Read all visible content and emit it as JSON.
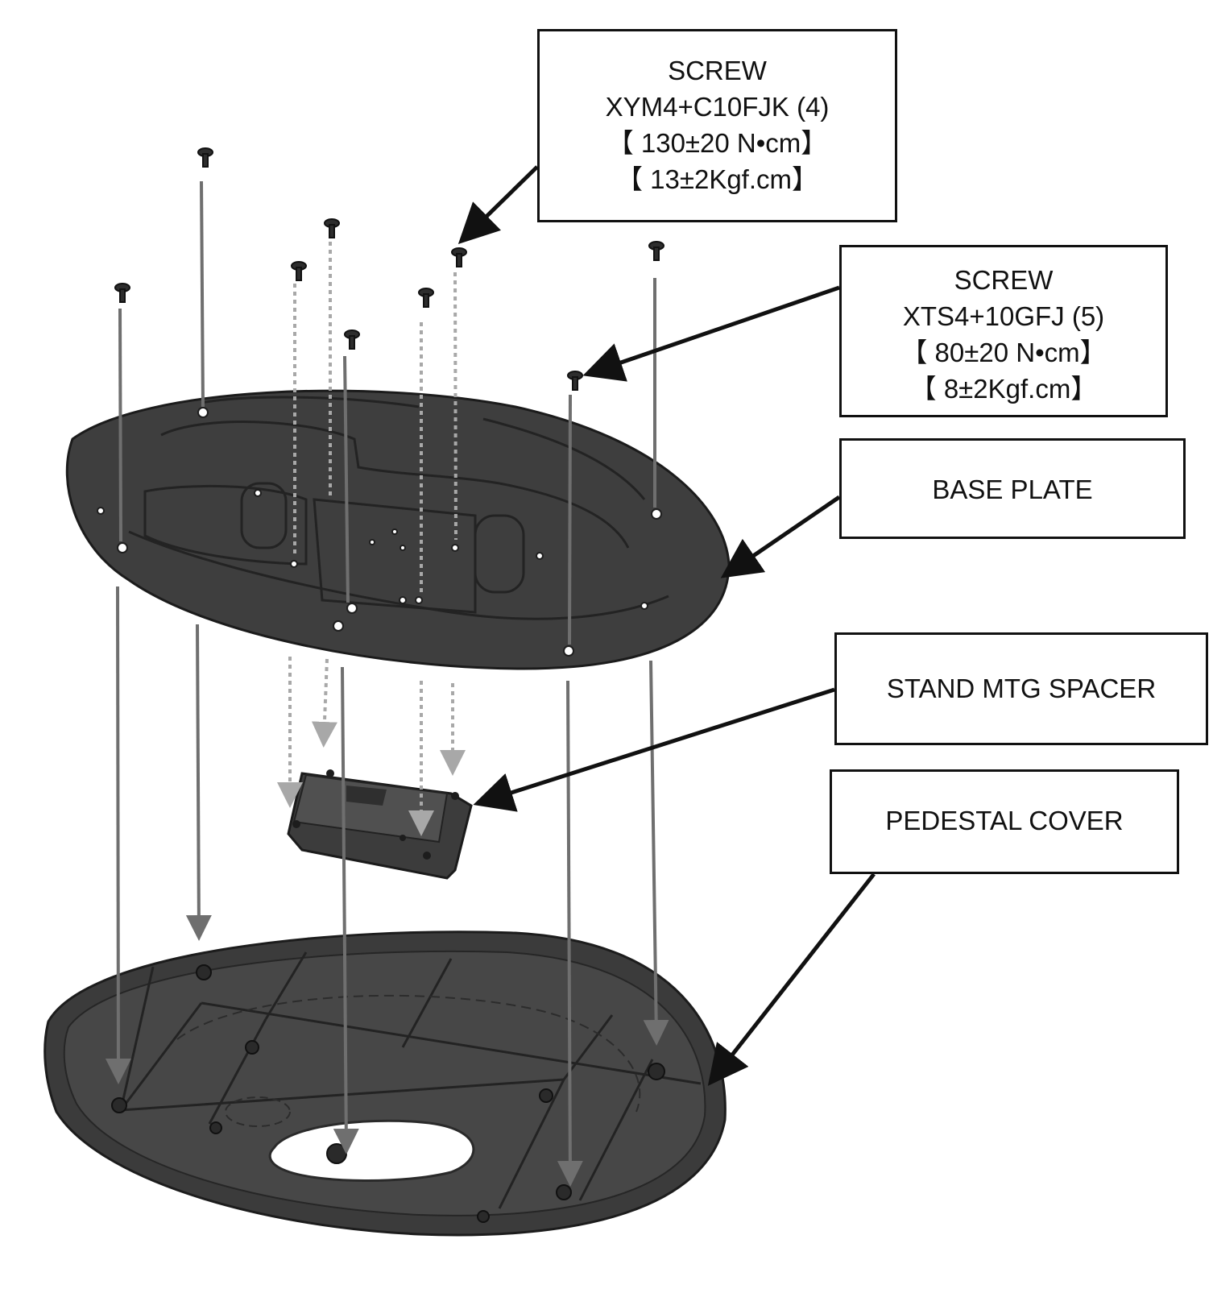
{
  "labels": {
    "screw_long": {
      "title": "SCREW",
      "part_number": "XYM4+C10FJK (4)",
      "torque_ncm": "【 130±20 N•cm】",
      "torque_kgf": "【 13±2Kgf.cm】"
    },
    "screw_short": {
      "title": "SCREW",
      "part_number": "XTS4+10GFJ (5)",
      "torque_ncm": "【 80±20 N•cm】",
      "torque_kgf": "【 8±2Kgf.cm】"
    },
    "base_plate": "BASE PLATE",
    "stand_mtg_spacer": "STAND MTG SPACER",
    "pedestal_cover": "PEDESTAL COVER"
  },
  "colors": {
    "part_dark": "#3a3a3a",
    "part_mid": "#4a4a4a",
    "part_edge": "#1c1c1c",
    "guide_line": "#6f6f6f",
    "dotted_line": "#a8a8a8",
    "leader": "#111111"
  }
}
